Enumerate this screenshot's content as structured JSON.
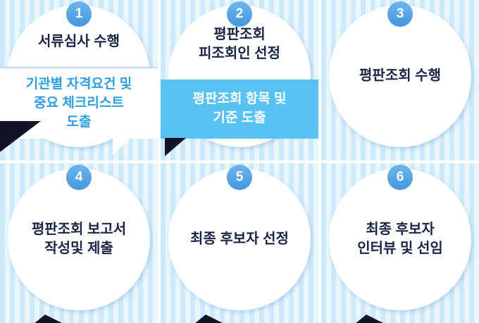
{
  "colors": {
    "stripe_a": "#cdeafa",
    "stripe_b": "#e9f6fe",
    "circle_bg": "#ffffff",
    "badge_bg": "#4d9fe6",
    "badge_text": "#ffffff",
    "title_text": "#1b2445",
    "callout1_bg": "#ffffff",
    "callout1_text": "#2e9fe0",
    "callout2_bg": "#58c2f2",
    "callout2_text": "#ffffff",
    "tail_dark": "#101426"
  },
  "steps": [
    {
      "number": "1",
      "line1": "서류심사 수행",
      "callout": {
        "line1": "기관별 자격요건 및",
        "line2": "중요 체크리스트",
        "line3": "도출"
      }
    },
    {
      "number": "2",
      "line1": "평판조회",
      "line2": "피조회인 선정",
      "callout": {
        "line1": "평판조회 항목 및",
        "line2": "기준 도출"
      }
    },
    {
      "number": "3",
      "line1": "평판조회 수행"
    },
    {
      "number": "4",
      "line1": "평판조회 보고서",
      "line2": "작성및 제출"
    },
    {
      "number": "5",
      "line1": "최종 후보자 선정"
    },
    {
      "number": "6",
      "line1": "최종 후보자",
      "line2": "인터뷰 및 선임"
    }
  ]
}
